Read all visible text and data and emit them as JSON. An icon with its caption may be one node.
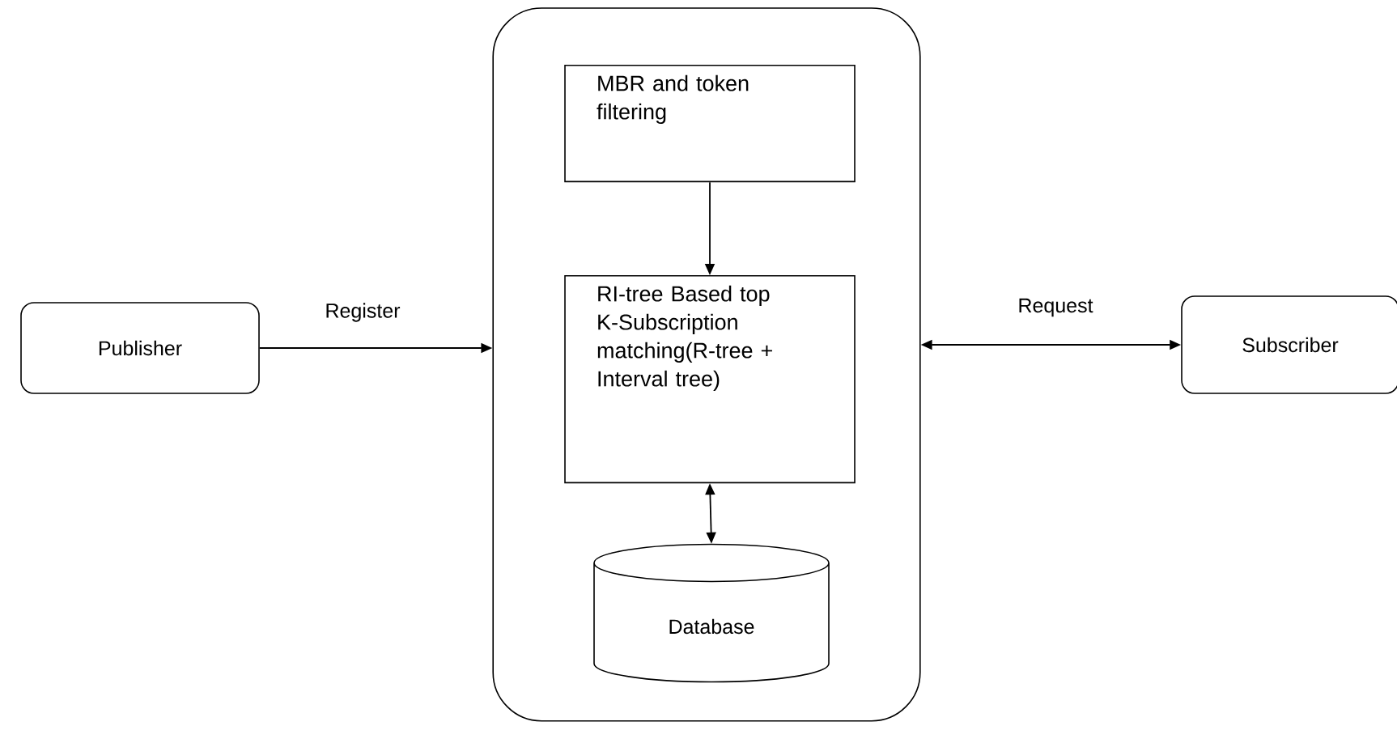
{
  "diagram": {
    "nodes": [
      {
        "text": [
          "Publisher"
        ]
      },
      {
        "text": [],
        "shape": "box"
      },
      {
        "text": [
          "MBR and token filtering"
        ],
        "in": 1
      },
      {
        "text": [
          "RI-tree Based top K-Subscription matching(R-tree + Interval tree)"
        ],
        "in": 1
      },
      {
        "text": [
          "Database"
        ],
        "in": 1
      },
      {
        "text": [
          "Subscriber"
        ]
      }
    ],
    "edges": [
      {
        "from": 0,
        "to": 1,
        "arrow": "to",
        "label": "Register"
      },
      {
        "from": 2,
        "to": 3,
        "arrow": "to"
      },
      {
        "from": 3,
        "to": 4,
        "arrow": "both"
      },
      {
        "from": 1,
        "to": 5,
        "arrow": "both",
        "label": "Request"
      }
    ]
  }
}
